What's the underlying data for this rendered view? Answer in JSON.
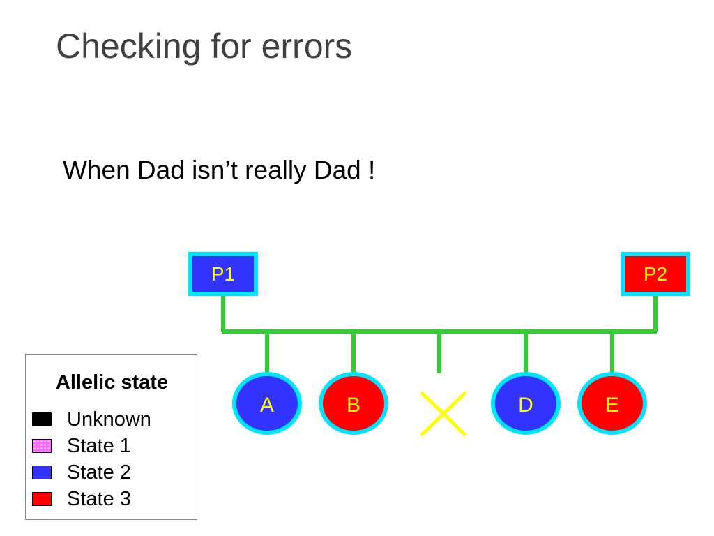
{
  "title": "Checking for errors",
  "subtitle": "When Dad isn’t really Dad !",
  "colors": {
    "state2": "#3333ff",
    "state3": "#ff0000",
    "state1": "#ff66ff",
    "unknown": "#000000",
    "outline": "#00e5ff",
    "connector": "#33cc33",
    "label": "#ffff00",
    "cross": "#ffff00"
  },
  "parents": [
    {
      "label": "P1",
      "state": "State 2"
    },
    {
      "label": "P2",
      "state": "State 3"
    }
  ],
  "children": [
    {
      "label": "A",
      "state": "State 2"
    },
    {
      "label": "B",
      "state": "State 3"
    },
    {
      "label": "",
      "state": "excluded",
      "marker": "cross"
    },
    {
      "label": "D",
      "state": "State 2"
    },
    {
      "label": "E",
      "state": "State 3"
    }
  ],
  "legend": {
    "title": "Allelic state",
    "items": [
      {
        "label": "Unknown",
        "swatch": "unknown"
      },
      {
        "label": "State 1",
        "swatch": "state1-pattern"
      },
      {
        "label": "State 2",
        "swatch": "state2"
      },
      {
        "label": "State 3",
        "swatch": "state3"
      }
    ]
  }
}
